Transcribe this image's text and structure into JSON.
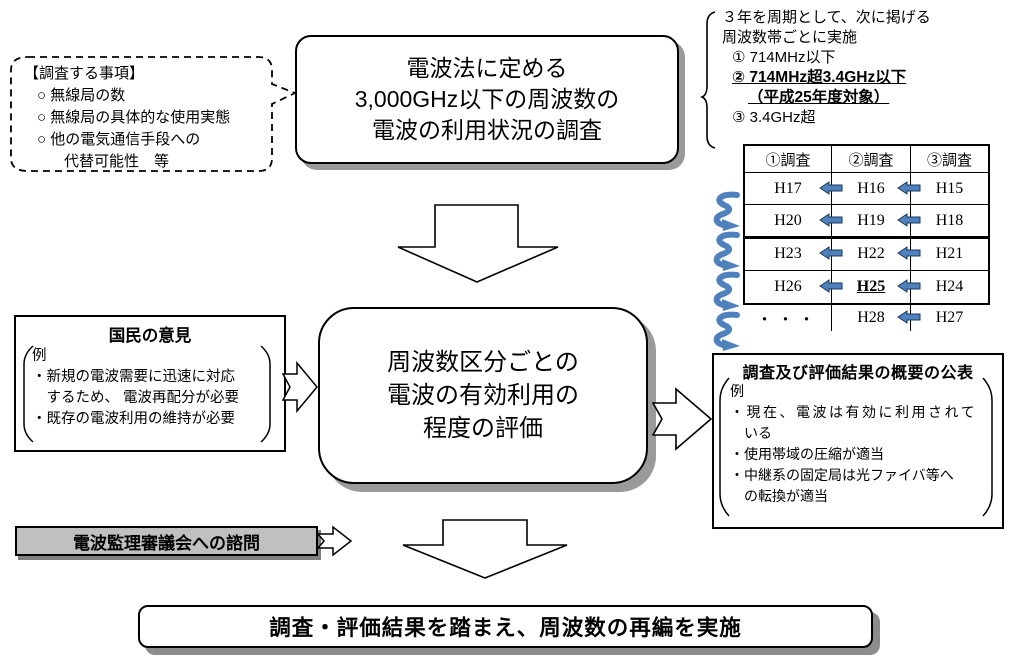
{
  "colors": {
    "arrow_blue": "#4f81bd",
    "arrow_blue_outline": "#17375e",
    "advisory_gray": "#c0c0c0",
    "shadow_gray": "#9a9a9a",
    "border_black": "#000000"
  },
  "survey_items_bubble": {
    "title": "【調査する事項】",
    "items": [
      "○ 無線局の数",
      "○ 無線局の具体的な使用実態",
      "○ 他の電気通信手段への",
      "代替可能性　等"
    ]
  },
  "survey_box": {
    "lines": [
      "電波法に定める",
      "3,000GHz以下の周波数の",
      "電波の利用状況の調査"
    ]
  },
  "cycle_note": {
    "line1": "３年を周期として、次に掲げる",
    "line2": "周波数帯ごとに実施",
    "item1": "① 714MHz以下",
    "item2": "② 714MHz超3.4GHz以下",
    "item2_sub": "（平成25年度対象）",
    "item3": "③ 3.4GHz超"
  },
  "schedule_table": {
    "headers": [
      "①調査",
      "②調査",
      "③調査"
    ],
    "rows": [
      [
        "H17",
        "H16",
        "H15"
      ],
      [
        "H20",
        "H19",
        "H18"
      ],
      [
        "H23",
        "H22",
        "H21"
      ],
      [
        "H26",
        "H25",
        "H24"
      ],
      [
        "・・・",
        "H28",
        "H27"
      ]
    ],
    "current_cell": "H25"
  },
  "opinion_box": {
    "title": "国民の意見",
    "example_label": "例",
    "lines": [
      "・新規の電波需要に迅速に対応",
      "　するため、 電波再配分が必要",
      "・既存の電波利用の維持が必要"
    ]
  },
  "evaluation_box": {
    "lines": [
      "周波数区分ごとの",
      "電波の有効利用の",
      "程度の評価"
    ]
  },
  "publish_box": {
    "title": "調査及び評価結果の概要の公表",
    "example_label": "例",
    "lines": [
      "・現在、電波は有効に利用されて",
      "　いる",
      "・使用帯域の圧縮が適当",
      "・中継系の固定局は光ファイバ等へ",
      "　の転換が適当"
    ]
  },
  "advisory_box": {
    "label": "電波監理審議会への諮問"
  },
  "final_box": {
    "label": "調査・評価結果を踏まえ、周波数の再編を実施"
  }
}
